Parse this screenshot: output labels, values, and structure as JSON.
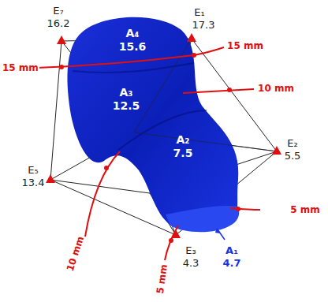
{
  "diagram": {
    "labels": [
      "E₇",
      "16.2",
      "E₁",
      "17.3",
      "A₄",
      "15.6",
      "15 mm",
      "15 mm",
      "A₃",
      "12.5",
      "10 mm",
      "10 mm",
      "E₅",
      "13.4",
      "A₂",
      "7.5",
      "E₂",
      "5.5",
      "5 mm",
      "5 mm",
      "A₁",
      "4.7",
      "E₃",
      "4.3"
    ]
  }
}
